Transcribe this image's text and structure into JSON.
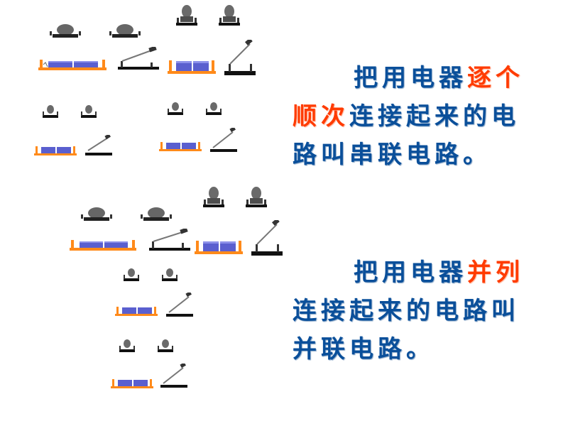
{
  "series_block": {
    "line1_lead": "把用电器",
    "line1_emph": "逐个",
    "line2_emph": "顺次",
    "line2_rest": "连接起来的电",
    "line3": "路叫串联电路。"
  },
  "parallel_block": {
    "line1_lead": "把用电器",
    "line1_emph": "并列",
    "line2": "连接起来的电路叫",
    "line3": "并联电路。"
  },
  "colors": {
    "text": "#0a4f9a",
    "emphasis": "#ff3b00",
    "battery": "#5a5fcf",
    "base": "#ff8a1a"
  }
}
